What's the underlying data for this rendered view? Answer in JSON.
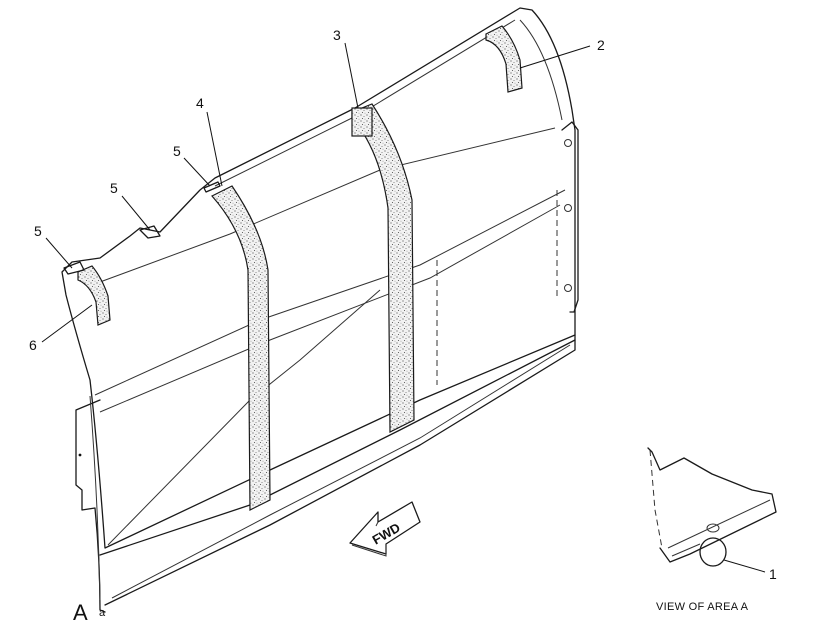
{
  "callouts": {
    "c1": "1",
    "c2": "2",
    "c3": "3",
    "c4": "4",
    "c5a": "5",
    "c5b": "5",
    "c5c": "5",
    "c6": "6"
  },
  "area_label": "A",
  "area_label_small": "a",
  "fwd_label": "FWD",
  "view_caption": "VIEW OF AREA  A",
  "colors": {
    "line": "#1a1a1a",
    "background": "#ffffff"
  }
}
